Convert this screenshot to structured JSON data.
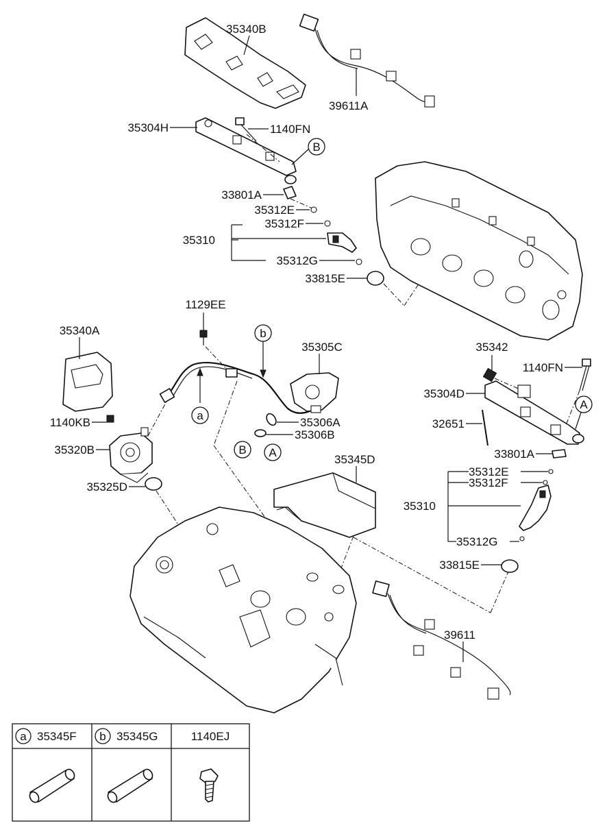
{
  "labels": {
    "p35340B": "35340B",
    "p39611A": "39611A",
    "p35304H": "35304H",
    "p1140FN_top": "1140FN",
    "p33801A_top": "33801A",
    "p35312E_top": "35312E",
    "p35312F_top": "35312F",
    "p35310_top": "35310",
    "p35312G_top": "35312G",
    "p33815E_top": "33815E",
    "p1129EE": "1129EE",
    "p35340A": "35340A",
    "p35305C": "35305C",
    "p35342": "35342",
    "p1140FN_right": "1140FN",
    "p35304D": "35304D",
    "p1140KB": "1140KB",
    "p35306A": "35306A",
    "p35306B": "35306B",
    "p32651": "32651",
    "p35320B": "35320B",
    "p33801A_right": "33801A",
    "p35345D": "35345D",
    "p35312E_right": "35312E",
    "p35312F_right": "35312F",
    "p35325D": "35325D",
    "p35310_right": "35310",
    "p35312G_right": "35312G",
    "p33815E_right": "33815E",
    "p39611": "39611"
  },
  "callouts": {
    "B_top": "B",
    "b_line": "b",
    "a_line": "a",
    "A_right": "A",
    "B_lower": "B",
    "A_lower": "A"
  },
  "table": {
    "col1_key": "a",
    "col1_part": "35345F",
    "col2_key": "b",
    "col2_part": "35345G",
    "col3_part": "1140EJ"
  }
}
